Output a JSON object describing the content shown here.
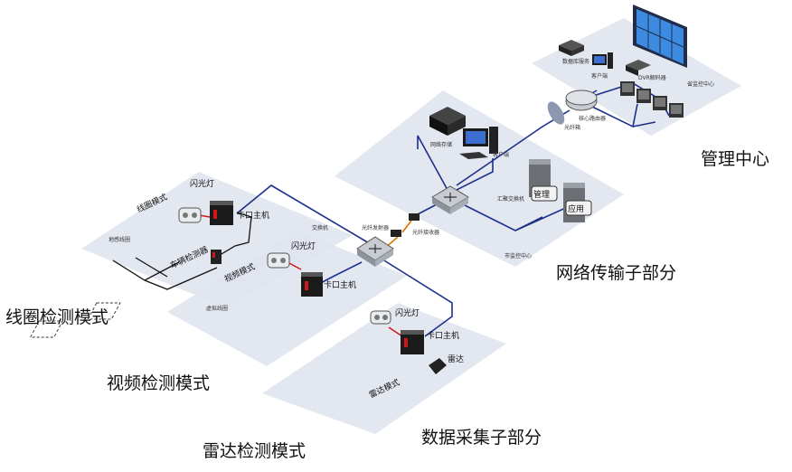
{
  "sections": {
    "management_center": "管理中心",
    "network_transport": "网络传输子部分",
    "data_collection": "数据采集子部分",
    "coil_mode": "线圈检测模式",
    "video_mode": "视频检测模式",
    "radar_mode": "雷达检测模式"
  },
  "devices": {
    "flash1": "闪光灯",
    "host1": "卡口主机",
    "vehicle_detector": "车辆检测器",
    "coil_plate": "线圈模式",
    "flash2": "闪光灯",
    "host2": "卡口主机",
    "video_plate": "视频模式",
    "flash3": "闪光灯",
    "host3": "卡口主机",
    "radar": "雷达",
    "radar_plate": "雷达模式",
    "manage_box": "管理",
    "app_box": "应用"
  },
  "tiny": {
    "switch_small": "交换机",
    "fiber_tx": "光纤发射器",
    "fiber_rx": "光纤接收器",
    "city_center": "市监控中心",
    "net_storage": "网络存储",
    "client": "客户端",
    "agg_switch": "汇聚交换机",
    "core_switch": "核心路由器",
    "photo_cabinet": "光纤箱",
    "mgmt_server": "数据库服务",
    "client2": "客户端",
    "decoder": "DVR解码器",
    "center_label": "省监控中心",
    "coil_ground": "地感线圈",
    "virtual_coil": "虚拟线圈"
  },
  "colors": {
    "plate": "#dfe5ef",
    "network_line": "#1d2f8c",
    "power_line": "#d01818",
    "fiber_line": "#e07a10"
  }
}
